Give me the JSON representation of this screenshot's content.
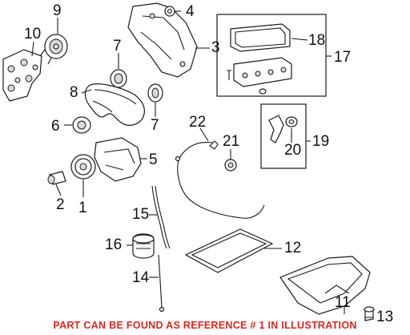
{
  "diagram": {
    "callouts": [
      "1",
      "2",
      "3",
      "4",
      "5",
      "6",
      "7",
      "7",
      "8",
      "9",
      "10",
      "11",
      "12",
      "13",
      "14",
      "15",
      "16",
      "17",
      "18",
      "19",
      "20",
      "21",
      "22"
    ],
    "footer_note": "PART CAN BE FOUND AS REFERENCE # 1 IN ILLUSTRATION",
    "footer_color": "#d6281e"
  }
}
